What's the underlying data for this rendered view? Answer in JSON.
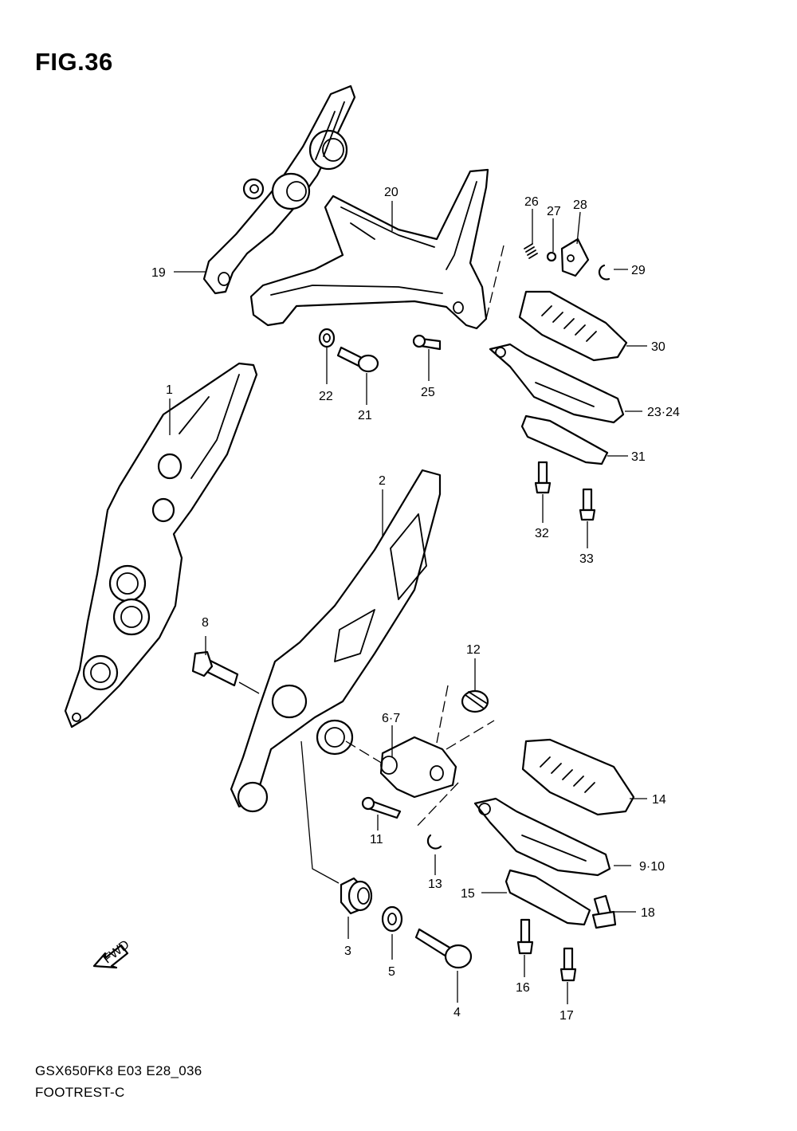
{
  "figure": {
    "title": "FIG.36",
    "model_code": "GSX650FK8 E03 E28_036",
    "section_name": "FOOTREST-C",
    "fwd_label": "FWD"
  },
  "callouts": {
    "c1": "1",
    "c2": "2",
    "c3": "3",
    "c4": "4",
    "c5": "5",
    "c6_7": "6·7",
    "c8": "8",
    "c9_10": "9·10",
    "c11": "11",
    "c12": "12",
    "c13": "13",
    "c14": "14",
    "c15": "15",
    "c16": "16",
    "c17": "17",
    "c18": "18",
    "c19": "19",
    "c20": "20",
    "c21": "21",
    "c22": "22",
    "c23_24": "23·24",
    "c25": "25",
    "c26": "26",
    "c27": "27",
    "c28": "28",
    "c29": "29",
    "c30": "30",
    "c31": "31",
    "c32": "32",
    "c33": "33"
  }
}
